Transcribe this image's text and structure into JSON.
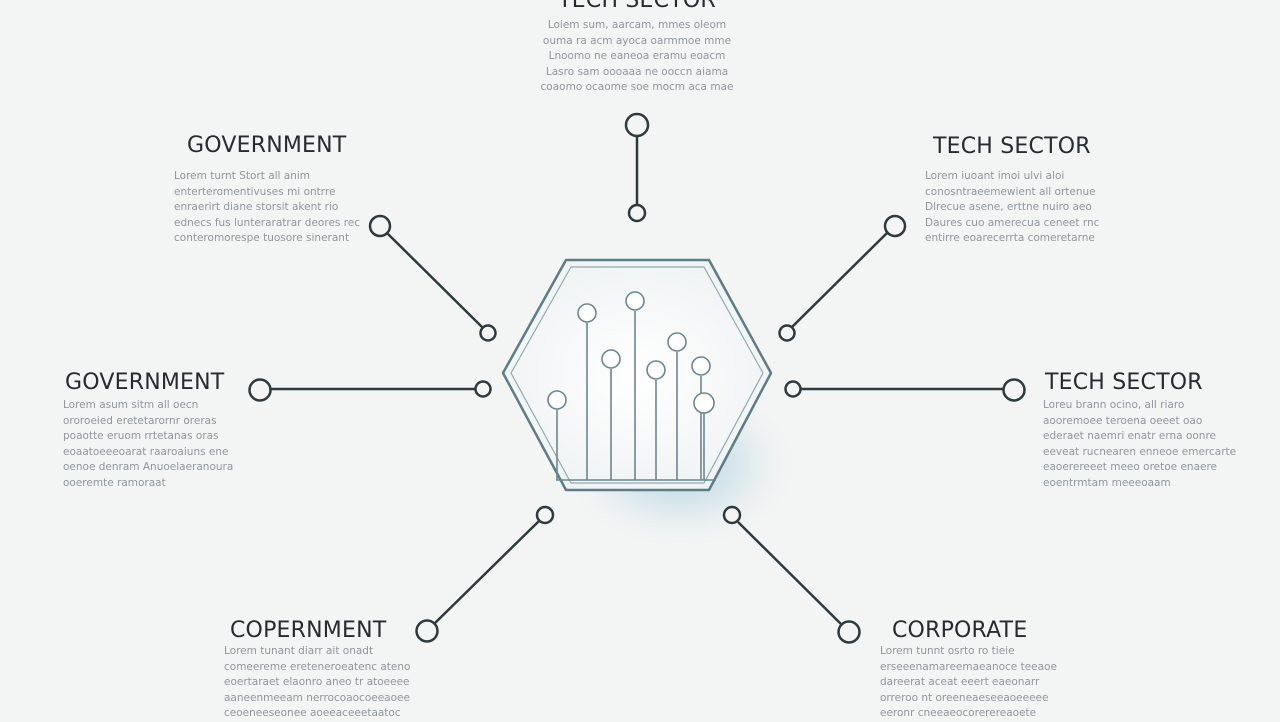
{
  "colors": {
    "background": "#f3f4f4",
    "line": "#2f3a3e",
    "hexagon_stroke": "#5c7d88",
    "title_text": "#262b2f",
    "body_text": "#8f969b",
    "glow": "#9cc6d6"
  },
  "center": {
    "icon": "circuit-hexagon-icon"
  },
  "branches": [
    {
      "id": "top",
      "title": "TECH SECTOR",
      "lines": [
        "Loiem sum, aarcam, mmes oleom",
        "ouma ra acm ayoca oarmmoe mme",
        "Lnoomo ne eaneoa eramu eoacm",
        "Lasro sam oooaaa ne ooccn aiama",
        "coaomo ocaome soe mocm aca mae"
      ]
    },
    {
      "id": "upper-left",
      "title": "GOVERNMENT",
      "lines": [
        "Lorem turnt Stort all anim",
        "enterteromentivuses mi ontrre",
        "enraerirt diane storsit akent rio",
        "ednecs fus lunteraratrar deores rec",
        "conteromorespe tuosore sinerant"
      ]
    },
    {
      "id": "upper-right",
      "title": "TECH SECTOR",
      "lines": [
        "Lorem iuoant imoi ulvi aloi",
        "conosntraeemewient all ortenue",
        "Dlrecue asene, erttne nuiro aeo",
        "Daures cuo amerecua ceneet rnc",
        "entirre eoarecerrta comeretarne"
      ]
    },
    {
      "id": "middle-left",
      "title": "GOVERNMENT",
      "lines": [
        "Lorem asum sitm all oecn",
        "ororoeied eretetarornr oreras",
        "poaotte eruom rrtetanas oras",
        "eoaatoeeeoarat raaroaiuns ene",
        "oenoe denram Anuoelaeranoura",
        "ooeremte ramoraat"
      ]
    },
    {
      "id": "middle-right",
      "title": "TECH SECTOR",
      "lines": [
        "Loreu brann ocino, all riaro",
        "aooremoee teroena oeeet oao",
        "ederaet naemri enatr erna oonre",
        "eeveat rucnearen enneoe emercarte",
        "eaoerereeet meeo oretoe enaere",
        "eoentrmtam meeeoaam"
      ]
    },
    {
      "id": "lower-left",
      "title": "COPERNMENT",
      "lines": [
        "Lorem tunant diarr ait onadt",
        "comeereme ereteneroeatenc ateno",
        "eoertaraet elaonro aneo tr atoeeee",
        "aaneenmeeam nerrocoaocoeeaoee",
        "ceoeneeseonee aoeeaceeetaatoc"
      ]
    },
    {
      "id": "lower-right",
      "title": "CORPORATE",
      "lines": [
        "Lorem tunnt osrto ro tieie",
        "erseeenamareemaeanoce teeaoe",
        "dareerat aceat eeert eaeonarr",
        "orreroo nt oreeneaeseeaoeeeee",
        "eeronr cneeaeocorerereaoete"
      ]
    }
  ]
}
